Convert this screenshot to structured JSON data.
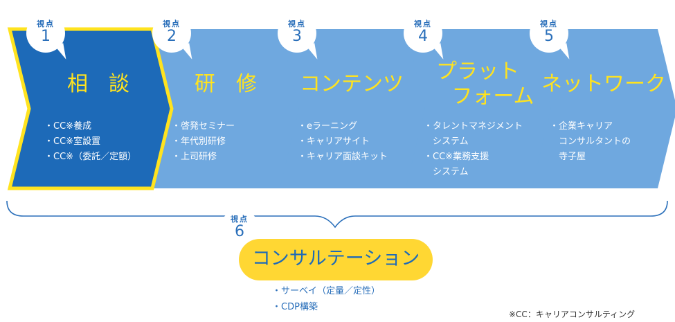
{
  "colors": {
    "chevron_dark": "#1d6ab8",
    "chevron_light": "#6fa8df",
    "highlight_border": "#ffe31f",
    "title_yellow": "#ffe31f",
    "pill_yellow": "#ffd733",
    "bracket": "#2a6fba",
    "bubble_text": "#2a6fba"
  },
  "viewpoint_label": "視点",
  "steps": [
    {
      "number": "1",
      "title_lines": [
        "相　談"
      ],
      "items": [
        [
          "CC※養成"
        ],
        [
          "CC※室設置"
        ],
        [
          "CC※（委託／定額）"
        ]
      ]
    },
    {
      "number": "2",
      "title_lines": [
        "研　修"
      ],
      "items": [
        [
          "啓発セミナー"
        ],
        [
          "年代別研修"
        ],
        [
          "上司研修"
        ]
      ]
    },
    {
      "number": "3",
      "title_lines": [
        "コンテンツ"
      ],
      "items": [
        [
          "eラーニング"
        ],
        [
          "キャリアサイト"
        ],
        [
          "キャリア面談キット"
        ]
      ]
    },
    {
      "number": "4",
      "title_lines": [
        "プラット",
        "フォーム"
      ],
      "items": [
        [
          "タレントマネジメント",
          "システム"
        ],
        [
          "CC※業務支援",
          "システム"
        ]
      ]
    },
    {
      "number": "5",
      "title_lines": [
        "ネットワーク"
      ],
      "items": [
        [
          "企業キャリア",
          "コンサルタントの",
          "寺子屋"
        ]
      ]
    }
  ],
  "consultation": {
    "number": "6",
    "title": "コンサルテーション",
    "items": [
      "サーベイ（定量／定性）",
      "CDP構築"
    ]
  },
  "footnote": "※CC：キャリアコンサルティング"
}
